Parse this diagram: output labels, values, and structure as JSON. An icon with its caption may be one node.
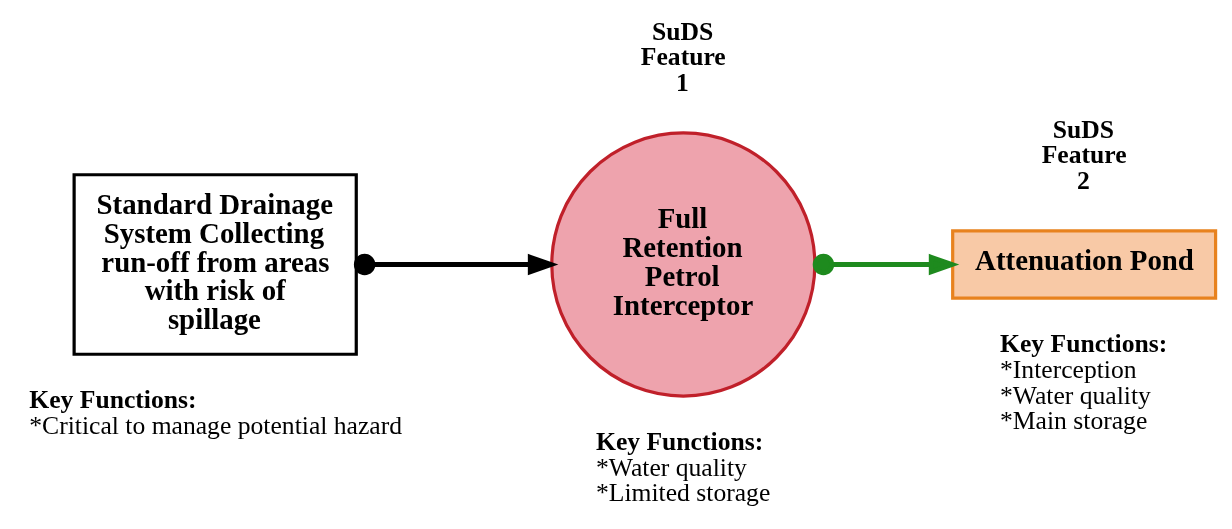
{
  "diagram": {
    "nodes": [
      {
        "text": [
          "Standard Drainage System Collecting run-off from areas with risk of spillage"
        ],
        "beside": [
          "Key Functions:",
          "*Critical to manage potential hazard"
        ]
      },
      {
        "text": [
          "SuDS Feature 1",
          "Full Retention Petrol Interceptor"
        ],
        "beside": [
          "Key Functions:",
          "*Water quality",
          "*Limited storage"
        ]
      },
      {
        "text": [
          "SuDS Feature 2",
          "Attenuation Pond"
        ],
        "beside": [
          "Key Functions:",
          "*Interception",
          "*Water quality",
          "*Main storage"
        ]
      }
    ],
    "edges": [
      {
        "from": 0,
        "to": 1,
        "arrow": "to"
      },
      {
        "from": 1,
        "to": 2,
        "arrow": "to",
        "color": "#1e8a1e"
      }
    ]
  }
}
